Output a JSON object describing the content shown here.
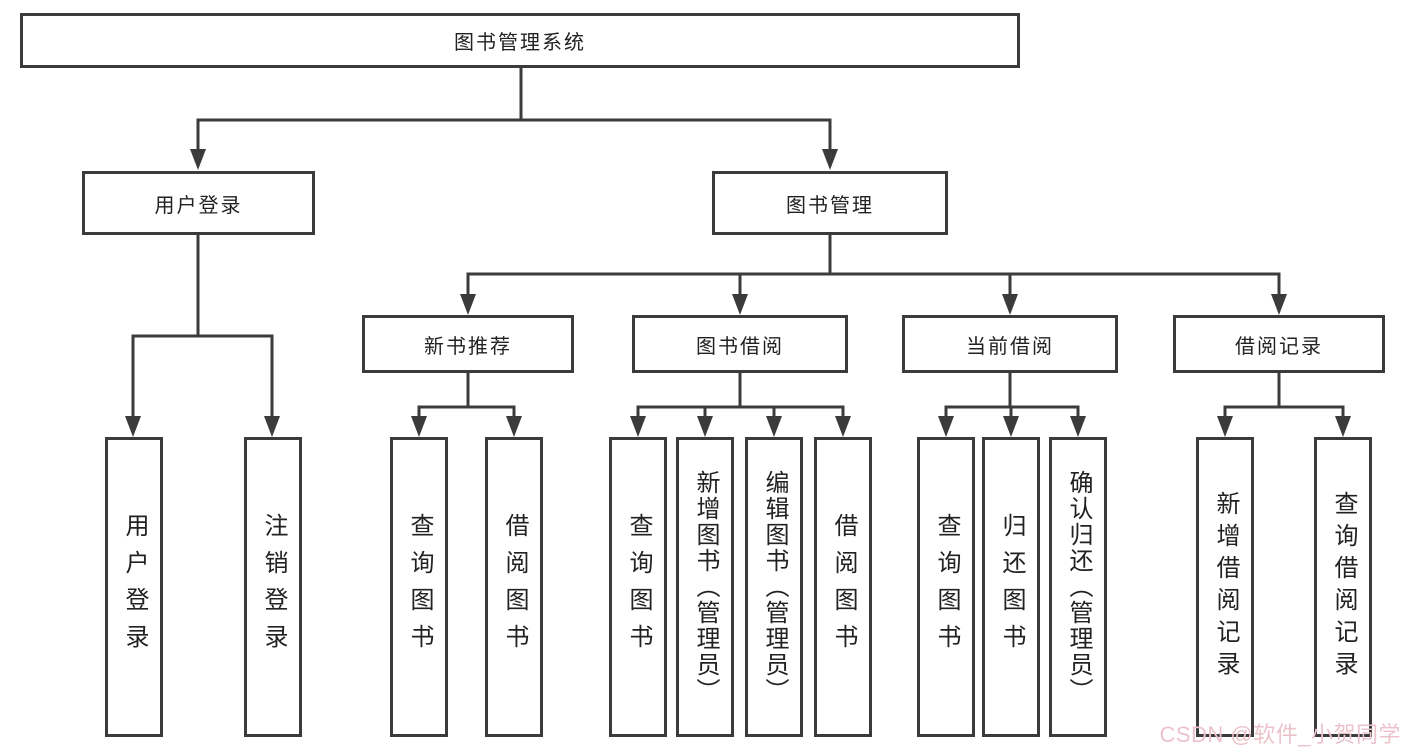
{
  "diagram": {
    "type": "hierarchy-tree",
    "background_color": "#ffffff",
    "line_color": "#3b3b3b",
    "text_color": "#222222",
    "watermark": {
      "text": "CSDN @软件_小贺同学",
      "color": "#ecc3cc"
    },
    "nodes": {
      "root": "图书管理系统",
      "user_login": "用户登录",
      "book_management": "图书管理",
      "new_book_recommend": "新书推荐",
      "book_borrowing": "图书借阅",
      "current_borrowing": "当前借阅",
      "borrowing_records": "借阅记录",
      "leaf_user_login": "用户登录",
      "leaf_logout": "注销登录",
      "leaf_query_books_1": "查询图书",
      "leaf_borrow_books_1": "借阅图书",
      "leaf_query_books_2": "查询图书",
      "leaf_add_books_admin": "新增图书（管理员）",
      "leaf_edit_books_admin": "编辑图书（管理员）",
      "leaf_borrow_books_2": "借阅图书",
      "leaf_query_books_3": "查询图书",
      "leaf_return_books": "归还图书",
      "leaf_confirm_return_admin": "确认归还（管理员）",
      "leaf_add_borrow_record": "新增借阅记录",
      "leaf_query_borrow_record": "查询借阅记录"
    }
  }
}
